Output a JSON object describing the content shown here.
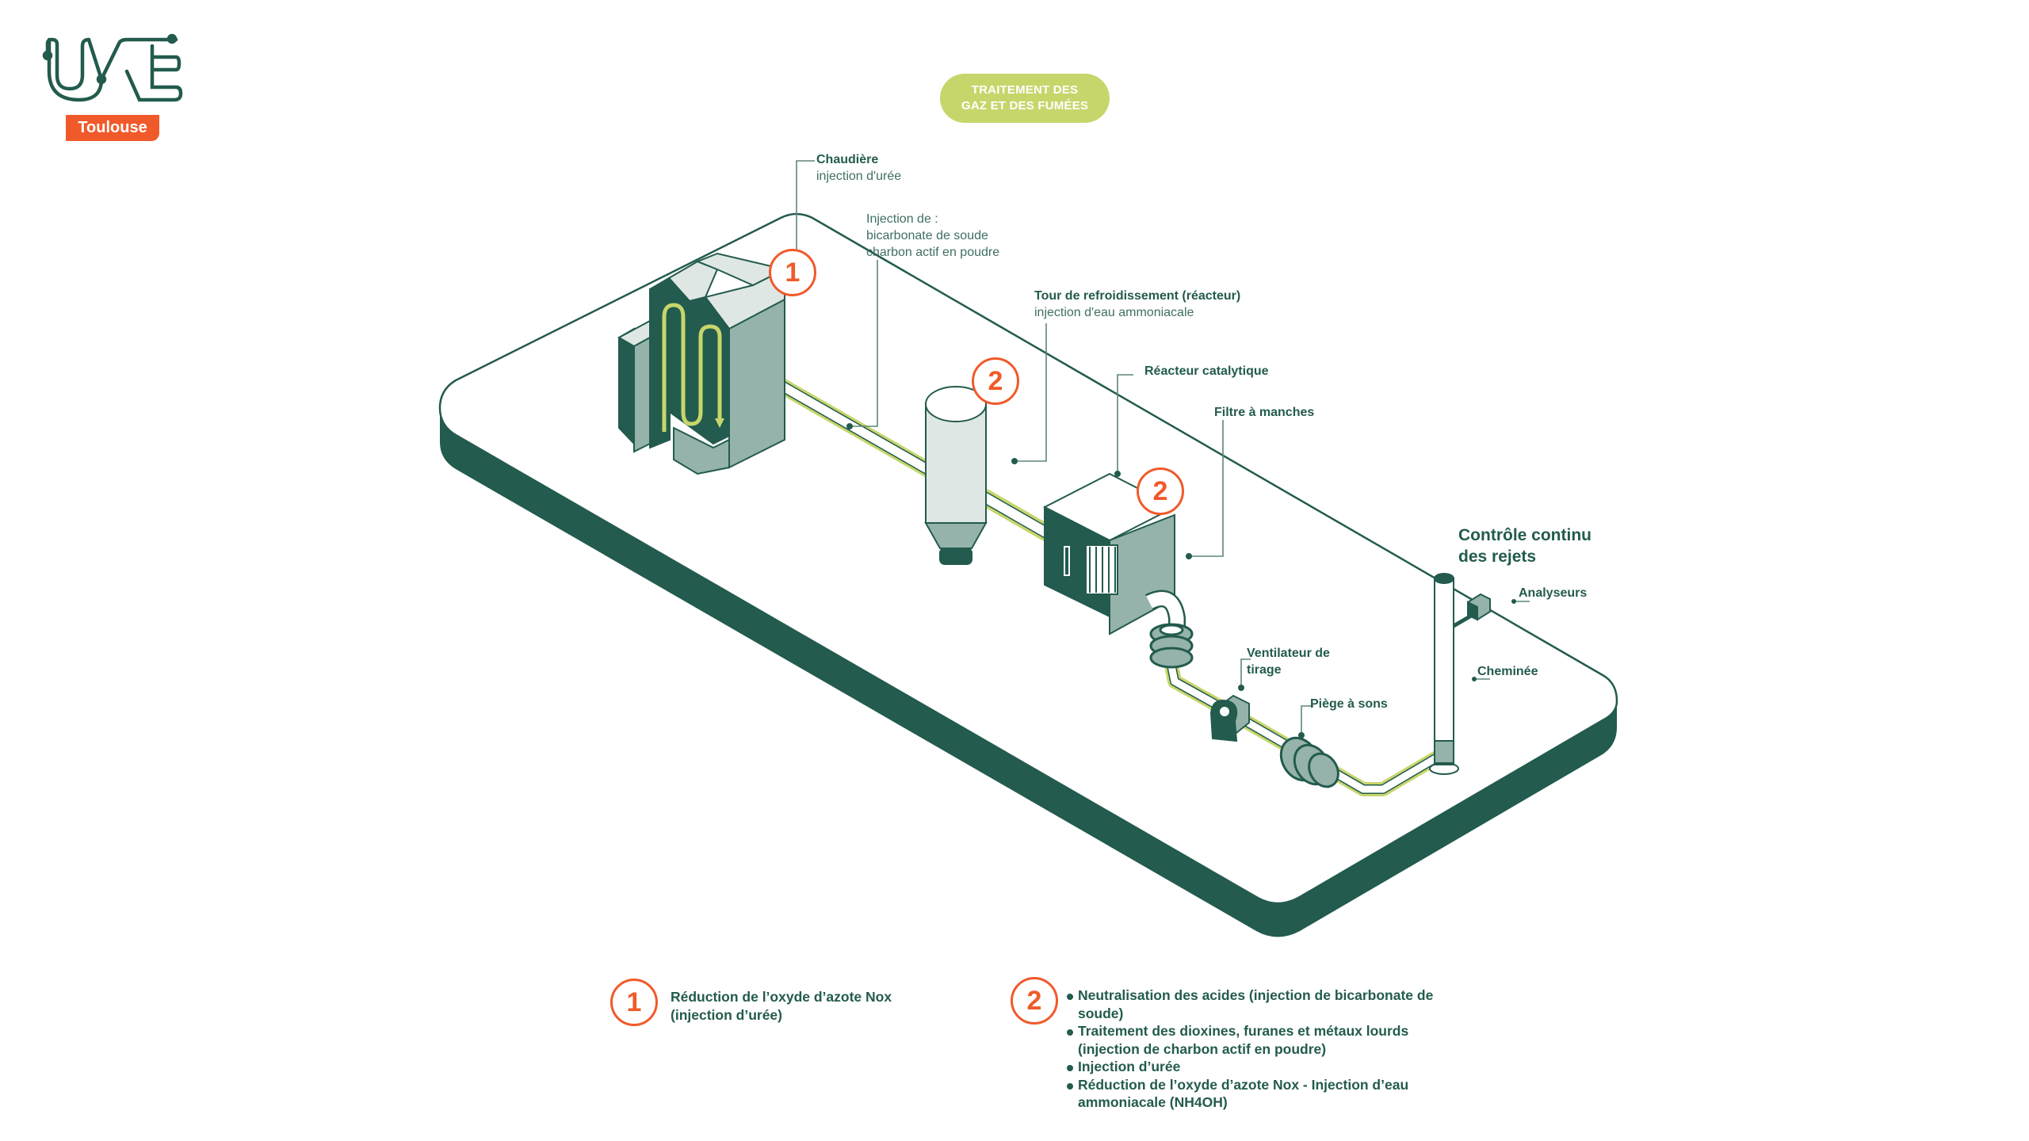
{
  "brand": {
    "logo_text": "UVE",
    "city_badge": "Toulouse",
    "colors": {
      "primary_green": "#235b4e",
      "orange": "#f05a2a",
      "lime": "#c7d66b",
      "sage": "#95b3ab",
      "pale": "#dfe7e5"
    }
  },
  "header": {
    "title_line1": "TRAITEMENT DES",
    "title_line2": "GAZ ET DES FUMÉES"
  },
  "diagram": {
    "labels": {
      "chaudiere": {
        "title": "Chaudière",
        "subtitle": "injection d'urée"
      },
      "injection": {
        "line1": "Injection de :",
        "line2": "bicarbonate de soude",
        "line3": "charbon actif en poudre"
      },
      "tour": {
        "title": "Tour de refroidissement (réacteur)",
        "subtitle": "injection d'eau ammoniacale"
      },
      "reacteur": {
        "title": "Réacteur catalytique"
      },
      "filtre": {
        "title": "Filtre à manches"
      },
      "controle": {
        "line1": "Contrôle continu",
        "line2": "des rejets"
      },
      "analyseurs": {
        "title": "Analyseurs"
      },
      "cheminee": {
        "title": "Cheminée"
      },
      "ventilateur": {
        "line1": "Ventilateur de",
        "line2": "tirage"
      },
      "piege": {
        "title": "Piège à sons"
      }
    },
    "markers": [
      {
        "number": "1",
        "target": "Chaudière"
      },
      {
        "number": "2",
        "target": "Tour de refroidissement"
      },
      {
        "number": "2",
        "target": "Réacteur catalytique"
      }
    ]
  },
  "legend": {
    "item1": {
      "number": "1",
      "line1": "Réduction de l’oxyde d’azote Nox",
      "line2": "(injection d’urée)"
    },
    "item2": {
      "number": "2",
      "bullets": [
        "Neutralisation des acides (injection de bicarbonate de soude)",
        "Traitement des dioxines, furanes et métaux lourds (injection de charbon actif en poudre)",
        "Injection d’urée",
        "Réduction de l’oxyde d’azote Nox - Injection d’eau ammoniacale (NH4OH)"
      ]
    }
  }
}
